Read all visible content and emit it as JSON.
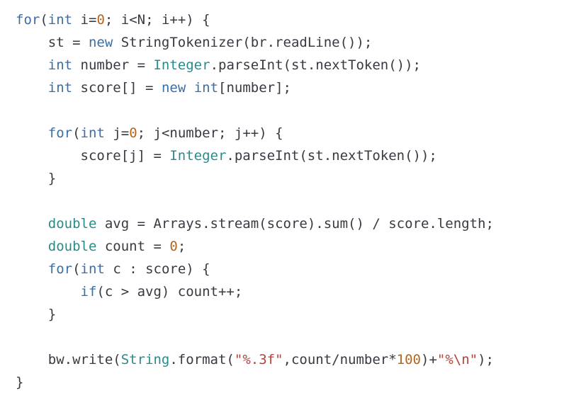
{
  "code_lines": [
    [
      {
        "t": "kw",
        "v": "for"
      },
      {
        "t": "p",
        "v": "("
      },
      {
        "t": "kw",
        "v": "int"
      },
      {
        "t": "p",
        "v": " i="
      },
      {
        "t": "num",
        "v": "0"
      },
      {
        "t": "p",
        "v": "; i<N; i++) {"
      }
    ],
    [
      {
        "t": "p",
        "v": "    st = "
      },
      {
        "t": "kw",
        "v": "new"
      },
      {
        "t": "p",
        "v": " StringTokenizer(br.readLine());"
      }
    ],
    [
      {
        "t": "p",
        "v": "    "
      },
      {
        "t": "kw",
        "v": "int"
      },
      {
        "t": "p",
        "v": " number = "
      },
      {
        "t": "cls",
        "v": "Integer"
      },
      {
        "t": "p",
        "v": ".parseInt(st.nextToken());"
      }
    ],
    [
      {
        "t": "p",
        "v": "    "
      },
      {
        "t": "kw",
        "v": "int"
      },
      {
        "t": "p",
        "v": " score[] = "
      },
      {
        "t": "kw",
        "v": "new"
      },
      {
        "t": "p",
        "v": " "
      },
      {
        "t": "kw",
        "v": "int"
      },
      {
        "t": "p",
        "v": "[number];"
      }
    ],
    [
      {
        "t": "p",
        "v": ""
      }
    ],
    [
      {
        "t": "p",
        "v": "    "
      },
      {
        "t": "kw",
        "v": "for"
      },
      {
        "t": "p",
        "v": "("
      },
      {
        "t": "kw",
        "v": "int"
      },
      {
        "t": "p",
        "v": " j="
      },
      {
        "t": "num",
        "v": "0"
      },
      {
        "t": "p",
        "v": "; j<number; j++) {"
      }
    ],
    [
      {
        "t": "p",
        "v": "        score[j] = "
      },
      {
        "t": "cls",
        "v": "Integer"
      },
      {
        "t": "p",
        "v": ".parseInt(st.nextToken());"
      }
    ],
    [
      {
        "t": "p",
        "v": "    }"
      }
    ],
    [
      {
        "t": "p",
        "v": ""
      }
    ],
    [
      {
        "t": "p",
        "v": "    "
      },
      {
        "t": "cls",
        "v": "double"
      },
      {
        "t": "p",
        "v": " avg = Arrays.stream(score).sum() / score.length;"
      }
    ],
    [
      {
        "t": "p",
        "v": "    "
      },
      {
        "t": "cls",
        "v": "double"
      },
      {
        "t": "p",
        "v": " count = "
      },
      {
        "t": "num",
        "v": "0"
      },
      {
        "t": "p",
        "v": ";"
      }
    ],
    [
      {
        "t": "p",
        "v": "    "
      },
      {
        "t": "kw",
        "v": "for"
      },
      {
        "t": "p",
        "v": "("
      },
      {
        "t": "kw",
        "v": "int"
      },
      {
        "t": "p",
        "v": " c : score) {"
      }
    ],
    [
      {
        "t": "p",
        "v": "        "
      },
      {
        "t": "kw",
        "v": "if"
      },
      {
        "t": "p",
        "v": "(c > avg) count++;"
      }
    ],
    [
      {
        "t": "p",
        "v": "    }"
      }
    ],
    [
      {
        "t": "p",
        "v": ""
      }
    ],
    [
      {
        "t": "p",
        "v": "    bw.write("
      },
      {
        "t": "cls",
        "v": "String"
      },
      {
        "t": "p",
        "v": ".format("
      },
      {
        "t": "str",
        "v": "\"%.3f\""
      },
      {
        "t": "p",
        "v": ",count/number*"
      },
      {
        "t": "num",
        "v": "100"
      },
      {
        "t": "p",
        "v": ")+"
      },
      {
        "t": "str",
        "v": "\"%\\n\""
      },
      {
        "t": "p",
        "v": ");"
      }
    ],
    [
      {
        "t": "p",
        "v": "}"
      }
    ]
  ]
}
